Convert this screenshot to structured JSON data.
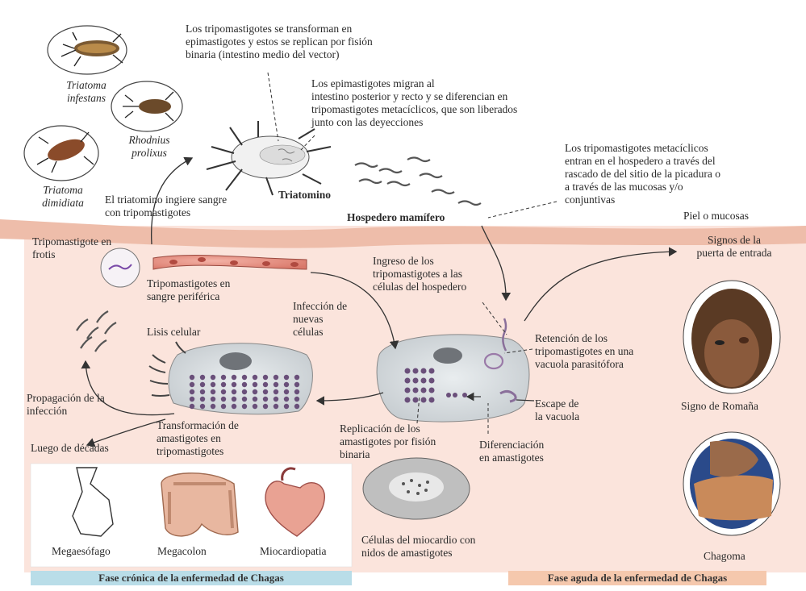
{
  "vectors": {
    "triatoma_infestans": "Triatoma\ninfestans",
    "rhodnius_prolixus": "Rhodnius\nprolixus",
    "triatoma_dimidiata": "Triatoma\ndimidiata"
  },
  "top": {
    "transform_epi": "Los tripomastigotes se transforman en\nepimastigotes y estos se replican por fisión\nbinaria (intestino medio del vector)",
    "migrate_epi": "Los epimastigotes migran al\nintestino posterior y recto  y se diferencian en\ntripomastigotes metacíclicos, que son liberados\njunto con las deyecciones",
    "triatomino": "Triatomino",
    "metaciclicos_enter": "Los tripomastigotes metacíclicos\nentran en el hospedero a través del\nrascado de del sitio de la picadura o\na través de las mucosas y/o\nconjuntivas",
    "ingiere": "El triatomino ingiere sangre\ncon tripomastigotes",
    "hospedero": "Hospedero mamífero",
    "piel": "Piel o mucosas"
  },
  "host": {
    "frotis": "Tripomastigote en\nfrotis",
    "sangre": "Tripomastigotes en\nsangre periférica",
    "ingreso": "Ingreso de los\ntripomastigotes a las\ncélulas del hospedero",
    "signos": "Signos  de la\npuerta de entrada",
    "infeccion_nuevas": "Infección de\nnuevas\ncélulas",
    "lisis": "Lisis celular",
    "retencion": "Retención de los\ntripomastigotes en una\nvacuola parasitófora",
    "escape": "Escape de\nla vacuola",
    "propagacion": "Propagación  de la\ninfección",
    "transformacion": "Transformación de\namastigotes en\ntripomastigotes",
    "replicacion": "Replicación de los\namastigotes por fisión\nbinaria",
    "diferenciacion": "Diferenciación\nen amastigotes",
    "luego": "Luego de décadas",
    "romana": "Signo de Romaña",
    "miocardio": "Células del miocardio con\nnidos de amastigotes",
    "chagoma": "Chagoma"
  },
  "chronic": {
    "megaesofago": "Megaesófago",
    "megacolon": "Megacolon",
    "miocardiopatia": "Miocardiopatia"
  },
  "banners": {
    "cronica": "Fase crónica de la enfermedad de Chagas",
    "aguda": "Fase aguda de la enfermedad de Chagas"
  },
  "colors": {
    "host_bg": "#fbe4dc",
    "skin_band": "#eebdaa",
    "banner_chronic": "#b9dde8",
    "banner_acute": "#f5c8ad",
    "cell_fill": "#d8dde0",
    "amastigote": "#8a6f9a"
  }
}
